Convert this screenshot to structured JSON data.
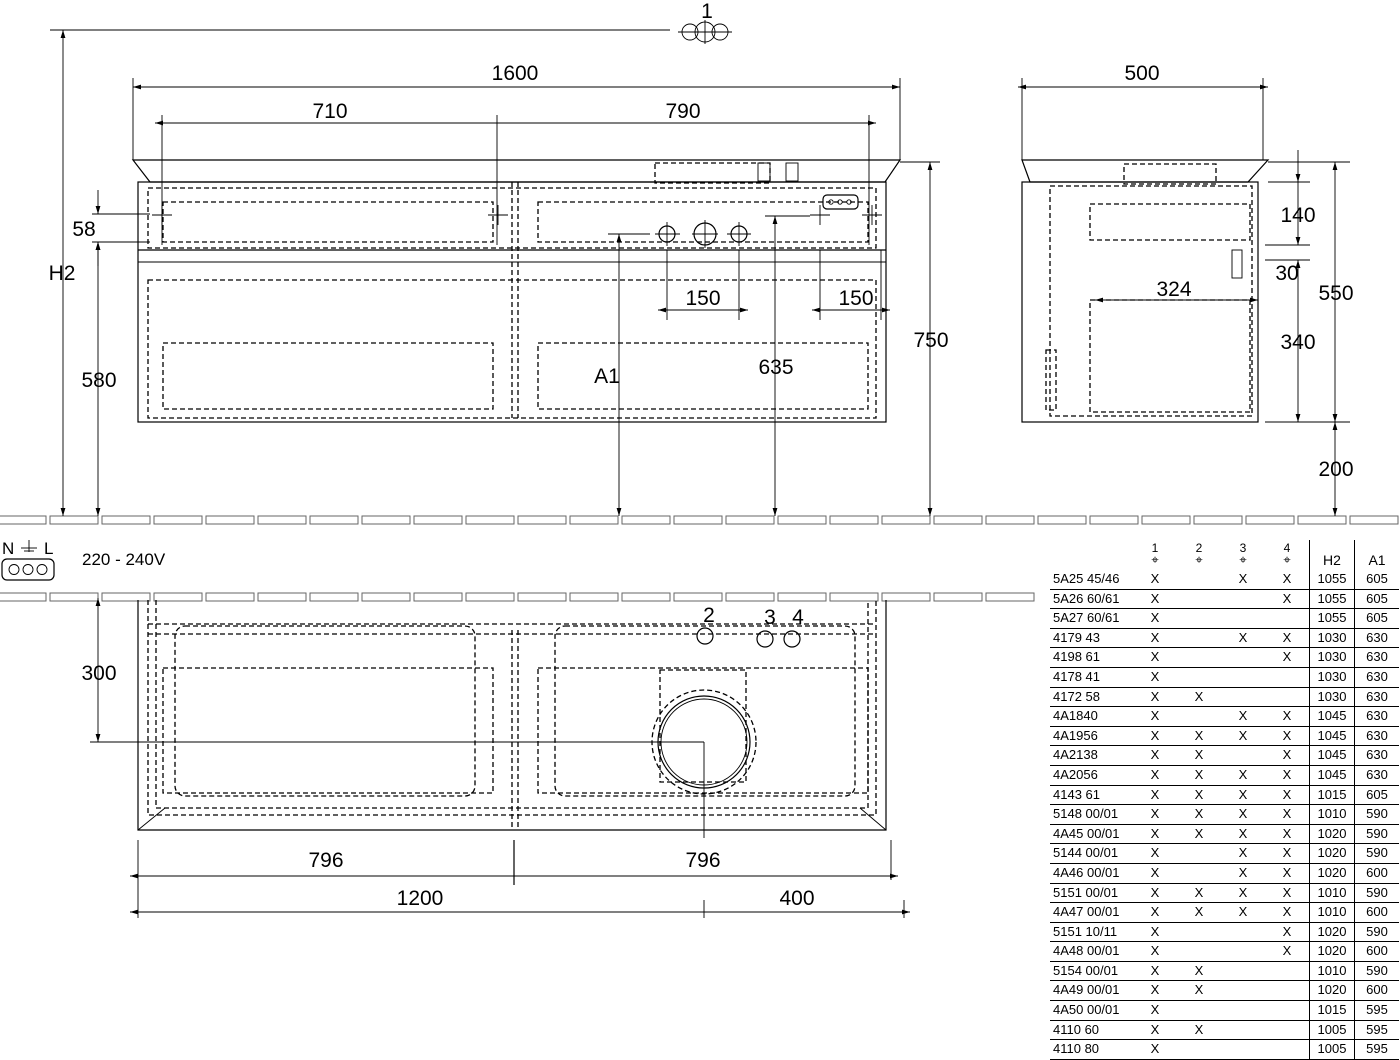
{
  "dimensions": {
    "width_total": "1600",
    "width_left": "710",
    "width_right": "790",
    "depth": "500",
    "top_offset": "58",
    "h2": "H2",
    "h_580": "580",
    "h_750": "750",
    "a1": "A1",
    "h_635": "635",
    "tap_150a": "150",
    "tap_150b": "150",
    "side_140": "140",
    "side_30": "30",
    "side_324": "324",
    "side_340": "340",
    "side_550": "550",
    "side_200": "200",
    "plan_300": "300",
    "plan_796a": "796",
    "plan_796b": "796",
    "plan_1200": "1200",
    "plan_400": "400"
  },
  "callouts": {
    "c1": "1",
    "c2": "2",
    "c3": "3",
    "c4": "4"
  },
  "electrical": {
    "n": "N",
    "l": "L",
    "voltage": "220 - 240V"
  },
  "table": {
    "headers": [
      "1",
      "2",
      "3",
      "4",
      "H2",
      "A1"
    ],
    "rows": [
      [
        "5A25 45/46",
        "X",
        "",
        "X",
        "X",
        "1055",
        "605"
      ],
      [
        "5A26 60/61",
        "X",
        "",
        "",
        "X",
        "1055",
        "605"
      ],
      [
        "5A27 60/61",
        "X",
        "",
        "",
        "",
        "1055",
        "605"
      ],
      [
        "4179 43",
        "X",
        "",
        "X",
        "X",
        "1030",
        "630"
      ],
      [
        "4198 61",
        "X",
        "",
        "",
        "X",
        "1030",
        "630"
      ],
      [
        "4178 41",
        "X",
        "",
        "",
        "",
        "1030",
        "630"
      ],
      [
        "4172 58",
        "X",
        "X",
        "",
        "",
        "1030",
        "630"
      ],
      [
        "4A1840",
        "X",
        "",
        "X",
        "X",
        "1045",
        "630"
      ],
      [
        "4A1956",
        "X",
        "X",
        "X",
        "X",
        "1045",
        "630"
      ],
      [
        "4A2138",
        "X",
        "X",
        "",
        "X",
        "1045",
        "630"
      ],
      [
        "4A2056",
        "X",
        "X",
        "X",
        "X",
        "1045",
        "630"
      ],
      [
        "4143 61",
        "X",
        "X",
        "X",
        "X",
        "1015",
        "605"
      ],
      [
        "5148 00/01",
        "X",
        "X",
        "X",
        "X",
        "1010",
        "590"
      ],
      [
        "4A45 00/01",
        "X",
        "X",
        "X",
        "X",
        "1020",
        "590"
      ],
      [
        "5144 00/01",
        "X",
        "",
        "X",
        "X",
        "1020",
        "590"
      ],
      [
        "4A46 00/01",
        "X",
        "",
        "X",
        "X",
        "1020",
        "600"
      ],
      [
        "5151 00/01",
        "X",
        "X",
        "X",
        "X",
        "1010",
        "590"
      ],
      [
        "4A47 00/01",
        "X",
        "X",
        "X",
        "X",
        "1010",
        "600"
      ],
      [
        "5151 10/11",
        "X",
        "",
        "",
        "X",
        "1020",
        "590"
      ],
      [
        "4A48 00/01",
        "X",
        "",
        "",
        "X",
        "1020",
        "600"
      ],
      [
        "5154 00/01",
        "X",
        "X",
        "",
        "",
        "1010",
        "590"
      ],
      [
        "4A49 00/01",
        "X",
        "X",
        "",
        "",
        "1020",
        "600"
      ],
      [
        "4A50 00/01",
        "X",
        "",
        "",
        "",
        "1015",
        "595"
      ],
      [
        "4110 60",
        "X",
        "X",
        "",
        "",
        "1005",
        "595"
      ],
      [
        "4110 80",
        "X",
        "",
        "",
        "",
        "1005",
        "595"
      ]
    ]
  }
}
